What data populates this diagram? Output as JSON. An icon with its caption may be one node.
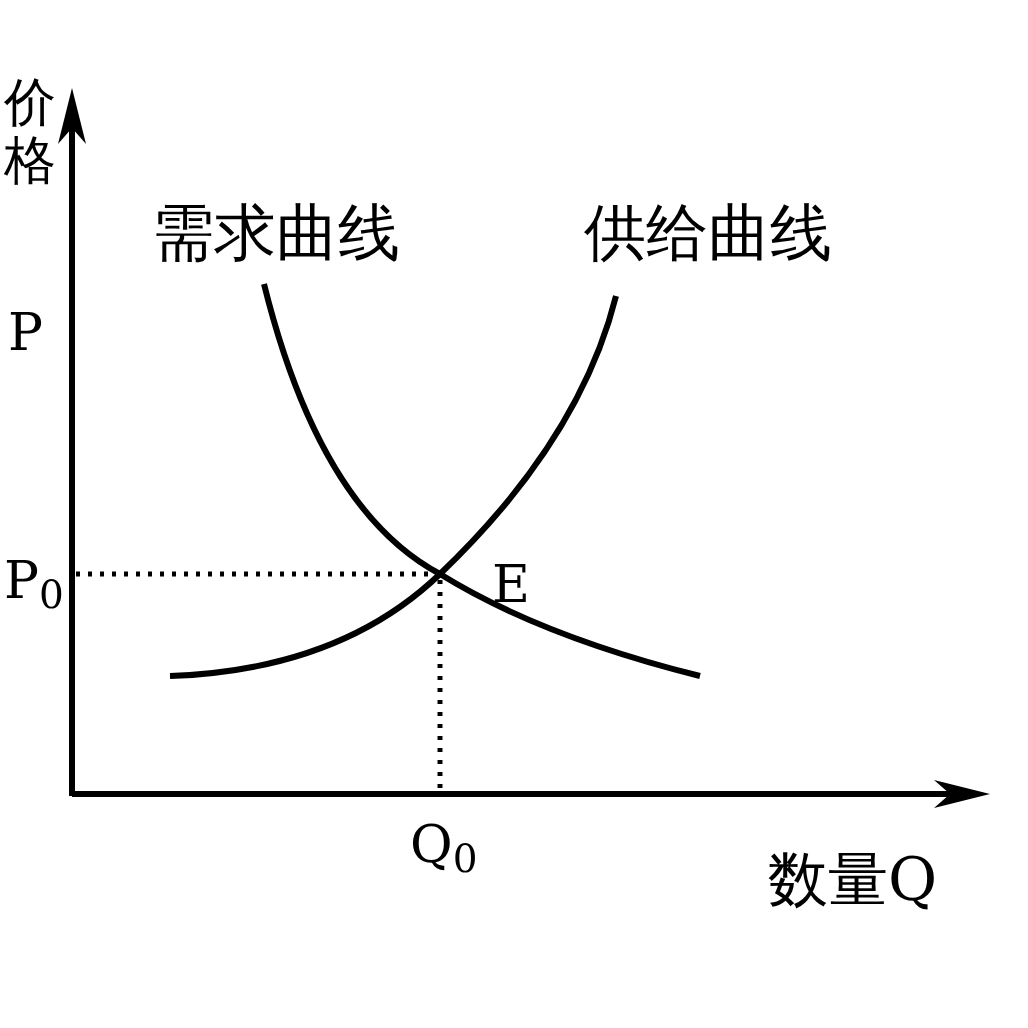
{
  "diagram": {
    "labels": [
      "价格",
      "需求曲线",
      "供给曲线",
      "P",
      "P$_{0}$",
      "E",
      "Q$_{0}$",
      "数量Q"
    ]
  }
}
